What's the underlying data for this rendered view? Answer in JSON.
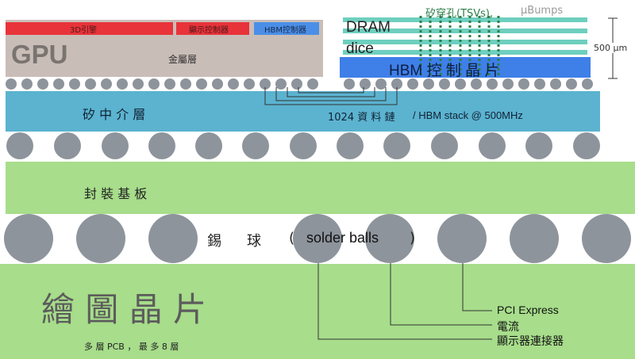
{
  "gpu": {
    "label": "GPU",
    "metal_layer": "金屬層",
    "blocks": [
      {
        "label": "3D引擎",
        "color": "#e8333a"
      },
      {
        "label": "顯示控制器",
        "color": "#e8333a"
      },
      {
        "label": "HBM控制器",
        "color": "#4a8fe7"
      }
    ]
  },
  "hbm": {
    "tsv_label": "矽穿孔(TSVs),",
    "ubumps_label": "μBumps",
    "dram_label": "DRAM",
    "dice_label": "dice",
    "controller_label": "HBM 控 制 晶 片",
    "height_label": "500 μm"
  },
  "interposer": {
    "label": "矽 中 介 層",
    "link_label": "1024 資 料 鏈",
    "stack_label": "/ HBM stack @ 500MHz"
  },
  "substrate": {
    "label": "封 裝 基 板"
  },
  "solder": {
    "label_left": "錫",
    "label_right": "球",
    "paren_open": "(",
    "english": "solder balls",
    "paren_close": ")"
  },
  "board": {
    "label": "繪 圖 晶 片",
    "pcb_note": "多 層 PCB ， 最 多 8 層"
  },
  "callouts": [
    {
      "label": "PCI Express"
    },
    {
      "label": "電流"
    },
    {
      "label": "顯示器連接器"
    }
  ],
  "colors": {
    "gpu_die": "#c9bdb7",
    "interposer": "#5bb3d0",
    "substrate": "#a7dd8b",
    "bumps": "#8e949c",
    "dram_stripe": "#6ecfbf",
    "hbm_controller": "#3f7fe8",
    "tsv": "#2d7f4a"
  }
}
